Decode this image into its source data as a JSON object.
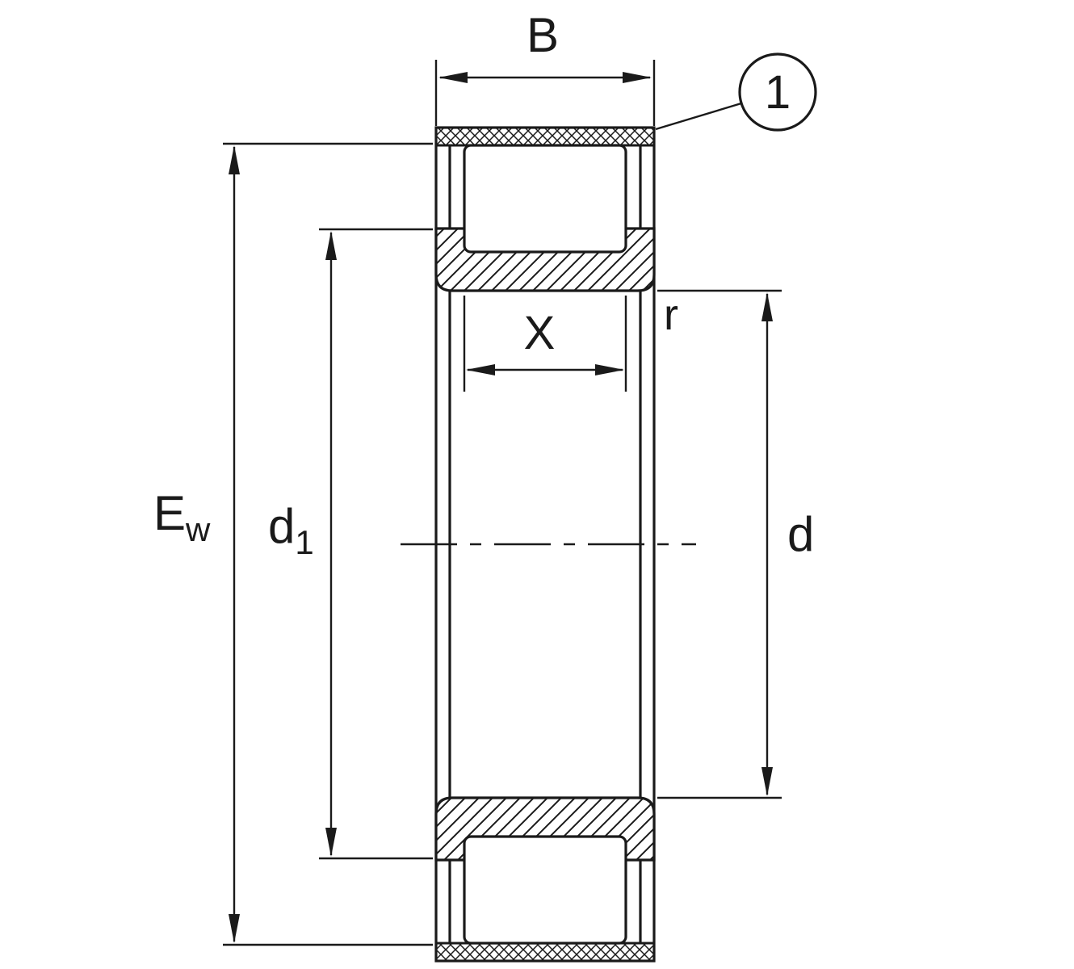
{
  "figure": {
    "type": "technical-drawing",
    "description": "Sectional drawing of a cylindrical roller bearing without inner ring, with dimension annotations",
    "labels": {
      "width": "B",
      "callout": "1",
      "roller_pitch": "X",
      "chamfer_radius": "r",
      "raceway_diameter": {
        "main": "E",
        "sub": "w"
      },
      "rib_diameter": {
        "main": "d",
        "sub": "1"
      },
      "bore_diameter": "d"
    },
    "colors": {
      "line": "#1a1a1a",
      "background": "#ffffff"
    }
  }
}
